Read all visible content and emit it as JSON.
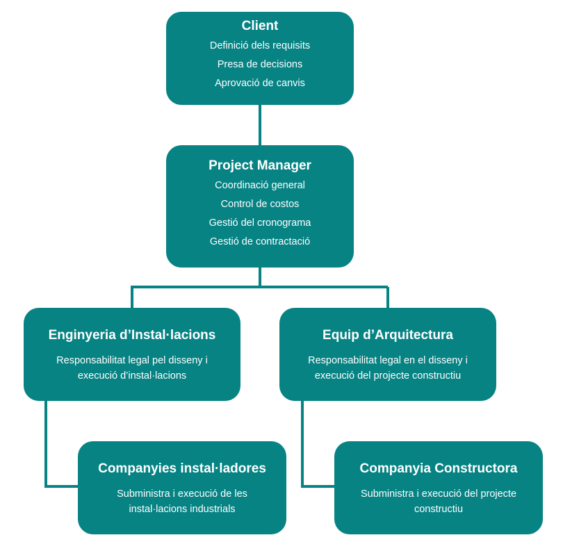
{
  "colors": {
    "node": "#078384",
    "line": "#078384"
  },
  "client": {
    "title": "Client",
    "items": [
      "Definició dels requisits",
      "Presa de decisions",
      "Aprovació de canvis"
    ]
  },
  "project_manager": {
    "title": "Project Manager",
    "items": [
      "Coordinació general",
      "Control de costos",
      "Gestió  del cronograma",
      "Gestió de contractació"
    ]
  },
  "engineering": {
    "title": "Enginyeria d’Instal·lacions",
    "desc": [
      "Responsabilitat legal pel disseny i",
      "execució d’instal·lacions"
    ]
  },
  "architecture": {
    "title": "Equip d’Arquitectura",
    "desc": [
      "Responsabilitat legal en el disseny i",
      "execució del projecte constructiu"
    ]
  },
  "installers": {
    "title": "Companyies instal·ladores",
    "desc": [
      "Subministra i execució de les",
      "instal·lacions  industrials"
    ]
  },
  "constructor": {
    "title": "Companyia Constructora",
    "desc": [
      "Subministra i execució del projecte",
      "constructiu"
    ]
  }
}
